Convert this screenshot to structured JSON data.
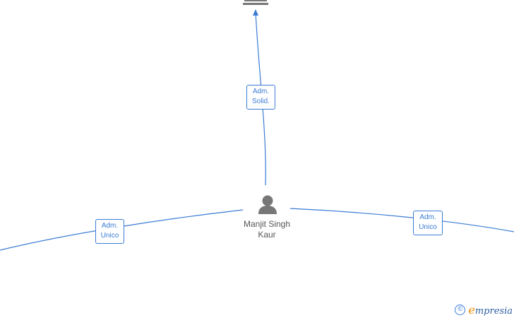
{
  "center_person": {
    "name_line1": "Manjit Singh",
    "name_line2": "Kaur",
    "icon": "person-icon"
  },
  "top_node": {
    "icon": "building-icon"
  },
  "relations": [
    {
      "id": "top",
      "line1": "Adm.",
      "line2": "Solid."
    },
    {
      "id": "left",
      "line1": "Adm.",
      "line2": "Unico"
    },
    {
      "id": "right",
      "line1": "Adm.",
      "line2": "Unico"
    }
  ],
  "branding": {
    "copyright_symbol": "©",
    "initial": "e",
    "name_rest": "mpresia"
  },
  "colors": {
    "edge": "#3a7bd5",
    "node_icon": "#777777",
    "text": "#555555",
    "brand_accent": "#f08a00"
  }
}
